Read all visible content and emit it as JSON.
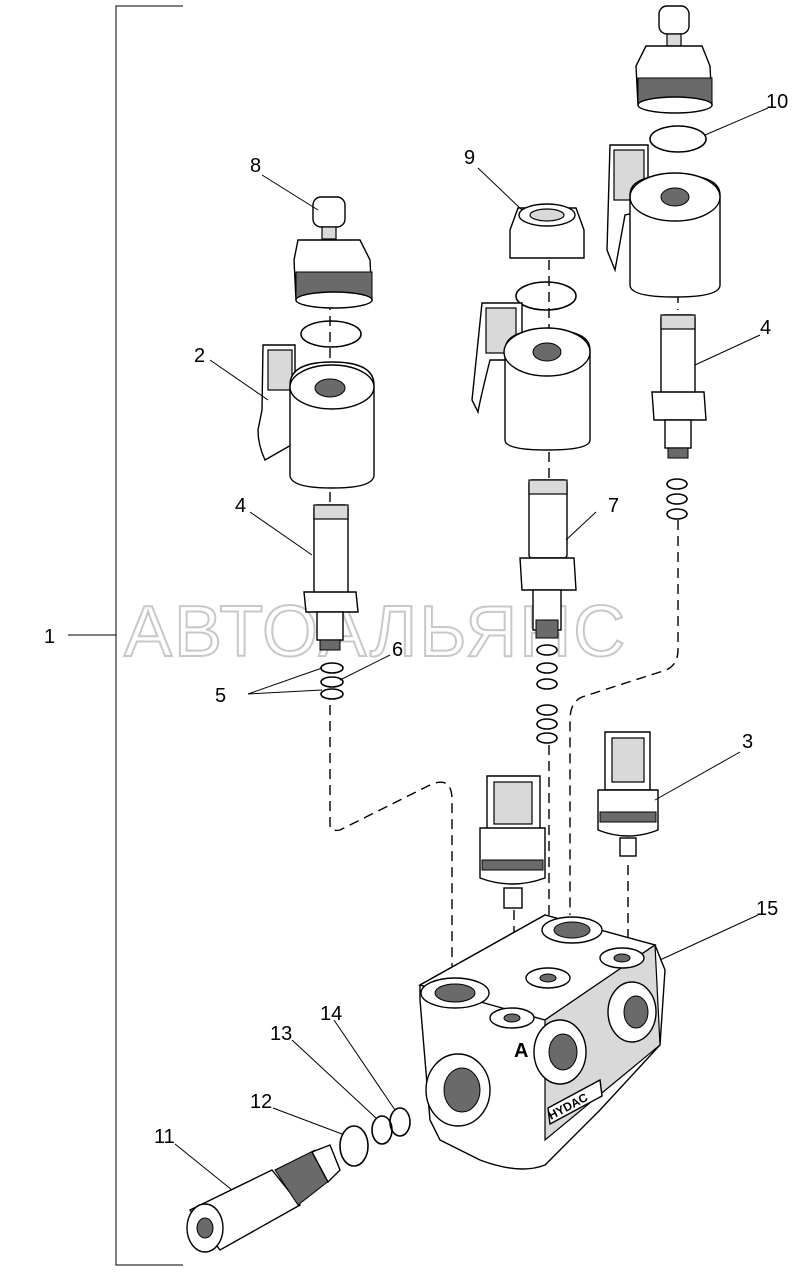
{
  "watermark": "АВТОАЛЬЯНС",
  "body_port_label": "A",
  "body_brand_text": "HYDAC",
  "callouts": [
    {
      "id": "1",
      "text": "1"
    },
    {
      "id": "2",
      "text": "2"
    },
    {
      "id": "3",
      "text": "3"
    },
    {
      "id": "4a",
      "text": "4"
    },
    {
      "id": "4b",
      "text": "4"
    },
    {
      "id": "5",
      "text": "5"
    },
    {
      "id": "6",
      "text": "6"
    },
    {
      "id": "7",
      "text": "7"
    },
    {
      "id": "8",
      "text": "8"
    },
    {
      "id": "9",
      "text": "9"
    },
    {
      "id": "10",
      "text": "10"
    },
    {
      "id": "11",
      "text": "11"
    },
    {
      "id": "12",
      "text": "12"
    },
    {
      "id": "13",
      "text": "13"
    },
    {
      "id": "14",
      "text": "14"
    },
    {
      "id": "15",
      "text": "15"
    }
  ]
}
